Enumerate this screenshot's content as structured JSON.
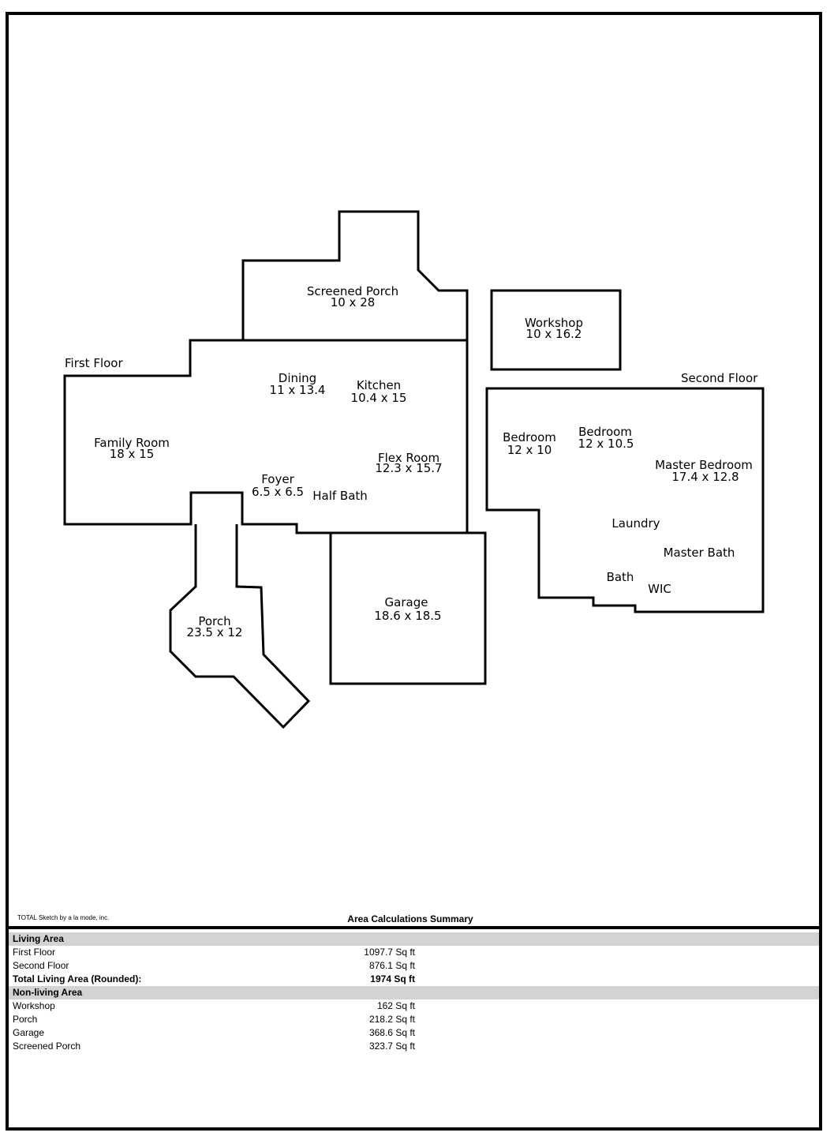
{
  "floors": {
    "first_floor": "First Floor",
    "second_floor": "Second Floor"
  },
  "rooms": {
    "screened_porch": {
      "name": "Screened Porch",
      "dims": "10 x 28"
    },
    "workshop": {
      "name": "Workshop",
      "dims": "10 x 16.2"
    },
    "dining": {
      "name": "Dining",
      "dims": "11 x 13.4"
    },
    "kitchen": {
      "name": "Kitchen",
      "dims": "10.4 x 15"
    },
    "family_room": {
      "name": "Family Room",
      "dims": "18 x 15"
    },
    "flex_room": {
      "name": "Flex Room",
      "dims": "12.3 x 15.7"
    },
    "foyer": {
      "name": "Foyer",
      "dims": "6.5 x 6.5"
    },
    "half_bath": {
      "name": "Half Bath"
    },
    "porch": {
      "name": "Porch",
      "dims": "23.5 x 12"
    },
    "garage": {
      "name": "Garage",
      "dims": "18.6 x 18.5"
    },
    "bedroom_1": {
      "name": "Bedroom",
      "dims": "12 x 10"
    },
    "bedroom_2": {
      "name": "Bedroom",
      "dims": "12 x 10.5"
    },
    "master_bedroom": {
      "name": "Master Bedroom",
      "dims": "17.4 x 12.8"
    },
    "laundry": {
      "name": "Laundry"
    },
    "master_bath": {
      "name": "Master Bath"
    },
    "bath": {
      "name": "Bath"
    },
    "wic": {
      "name": "WIC"
    }
  },
  "footer": {
    "credit": "TOTAL Sketch by a la mode, inc.",
    "summary_title": "Area Calculations Summary"
  },
  "summary": {
    "living": {
      "heading": "Living Area",
      "rows": [
        {
          "label": "First Floor",
          "value": "1097.7 Sq ft"
        },
        {
          "label": "Second Floor",
          "value": "876.1 Sq ft"
        }
      ],
      "total": {
        "label": "Total Living Area (Rounded):",
        "value": "1974 Sq ft"
      }
    },
    "non_living": {
      "heading": "Non-living Area",
      "rows": [
        {
          "label": "Workshop",
          "value": "162 Sq ft"
        },
        {
          "label": "Porch",
          "value": "218.2 Sq ft"
        },
        {
          "label": "Garage",
          "value": "368.6 Sq ft"
        },
        {
          "label": "Screened Porch",
          "value": "323.7 Sq ft"
        }
      ]
    }
  }
}
